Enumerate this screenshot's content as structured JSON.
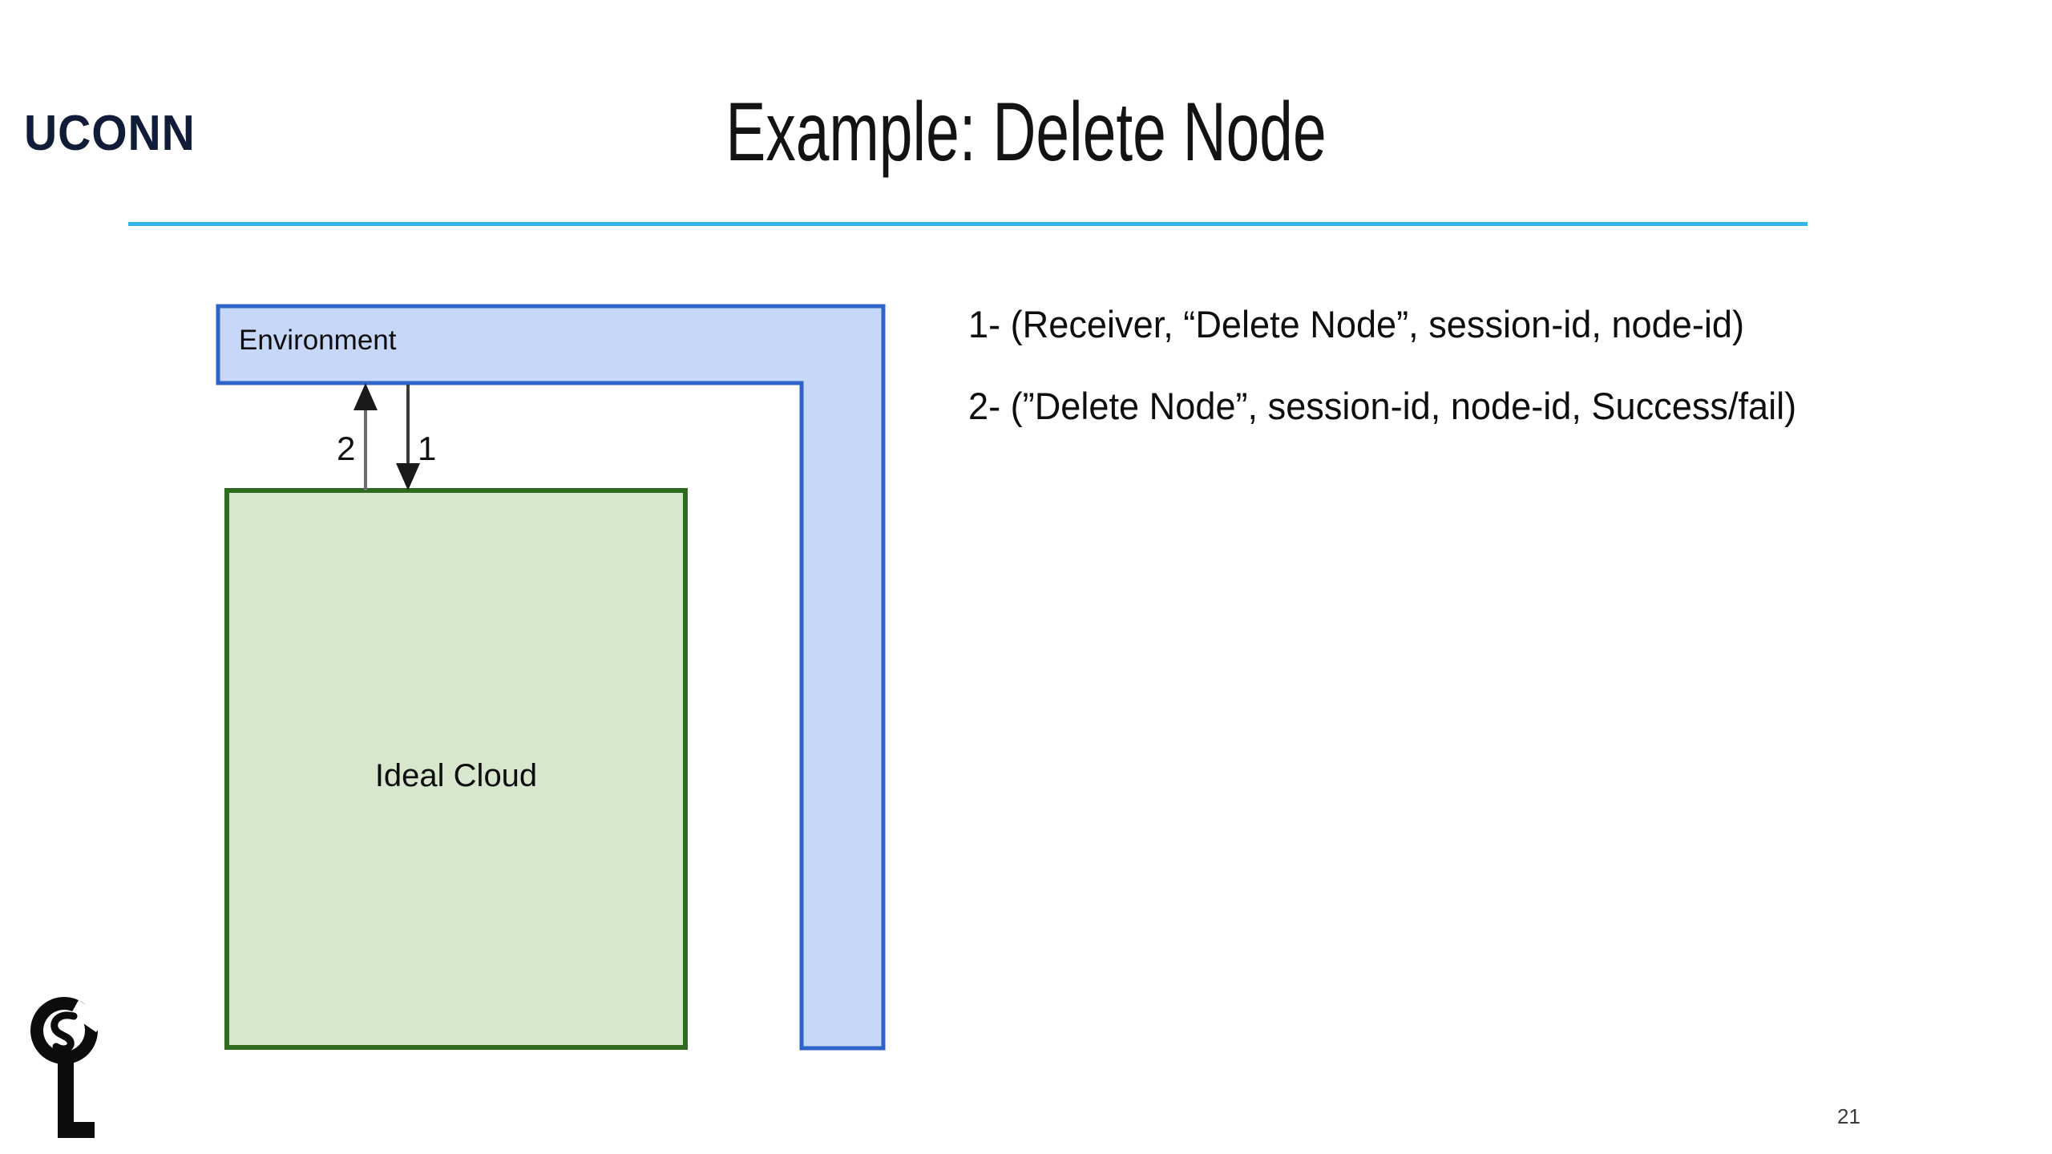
{
  "slide": {
    "title": "Example: Delete Node",
    "number": "21",
    "brand_logo_text": "UCONN",
    "rule_color": "#34B4E4",
    "brand_color": "#111C38"
  },
  "diagram": {
    "environment": {
      "label": "Environment",
      "fill": "#C7D7F7",
      "stroke": "#2E63C8"
    },
    "ideal_cloud": {
      "label": "Ideal Cloud",
      "fill": "#D7E7CE",
      "stroke": "#2E6B1E"
    },
    "arrows": [
      {
        "label": "2",
        "direction": "up",
        "from": "ideal-cloud",
        "to": "environment"
      },
      {
        "label": "1",
        "direction": "down",
        "from": "environment",
        "to": "ideal-cloud"
      }
    ]
  },
  "messages": [
    "1- (Receiver, “Delete Node”, session-id, node-id)",
    "2- (”Delete Node”, session-id, node-id, Success/fail)"
  ],
  "lab_logo": {
    "name": "key-logo",
    "letters": "CS"
  }
}
